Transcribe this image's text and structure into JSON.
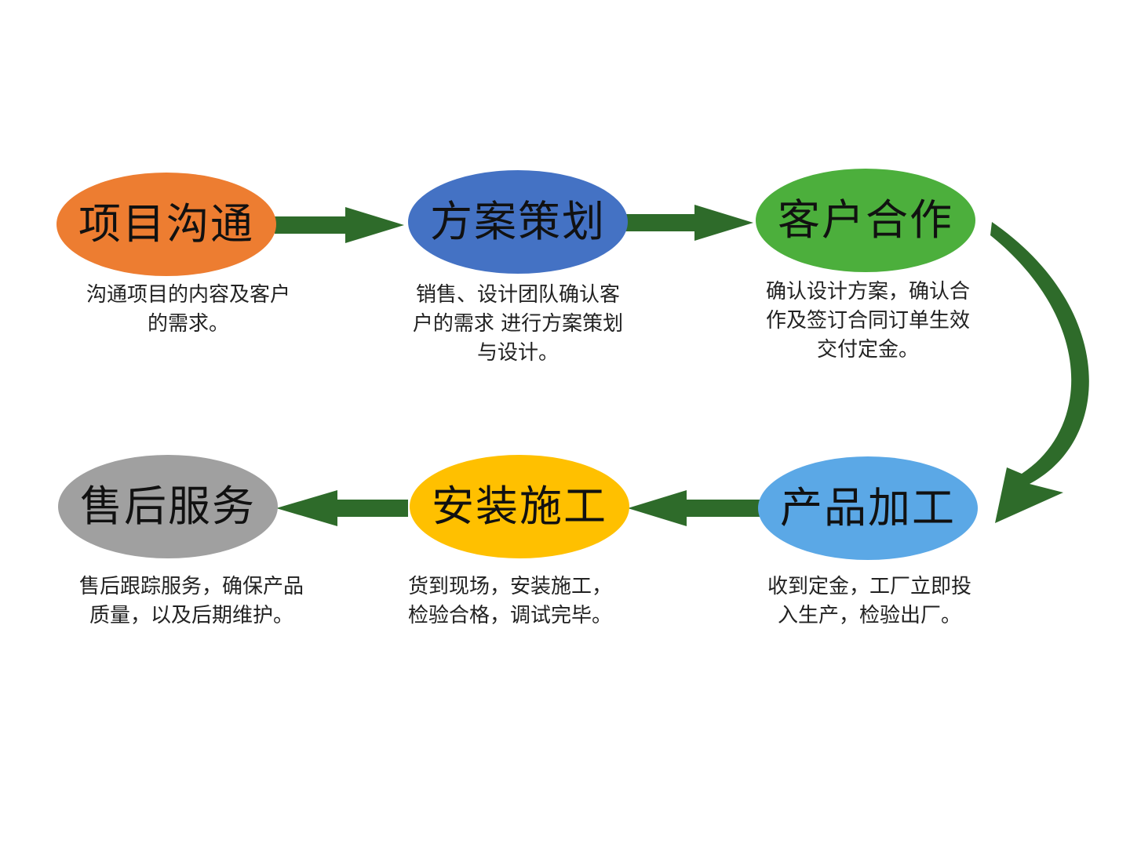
{
  "diagram": {
    "steps": [
      {
        "title": "项目沟通",
        "color": "#ED7D31",
        "desc": "沟通项目的内容及客户\n的需求。"
      },
      {
        "title": "方案策划",
        "color": "#4472C4",
        "desc": "销售、设计团队确认客\n户的需求 进行方案策划\n与设计。"
      },
      {
        "title": "客户合作",
        "color": "#4CAF3C",
        "desc": "确认设计方案，确认合\n作及签订合同订单生效\n交付定金。"
      },
      {
        "title": "产品加工",
        "color": "#5BA8E6",
        "desc": "收到定金，工厂立即投\n入生产，检验出厂。"
      },
      {
        "title": "安装施工",
        "color": "#FFC000",
        "desc": "货到现场，安装施工，\n检验合格，调试完毕。"
      },
      {
        "title": "售后服务",
        "color": "#A0A0A0",
        "desc": "售后跟踪服务，确保产品\n质量，以及后期维护。"
      }
    ],
    "arrow_color": "#2E6B2A"
  }
}
